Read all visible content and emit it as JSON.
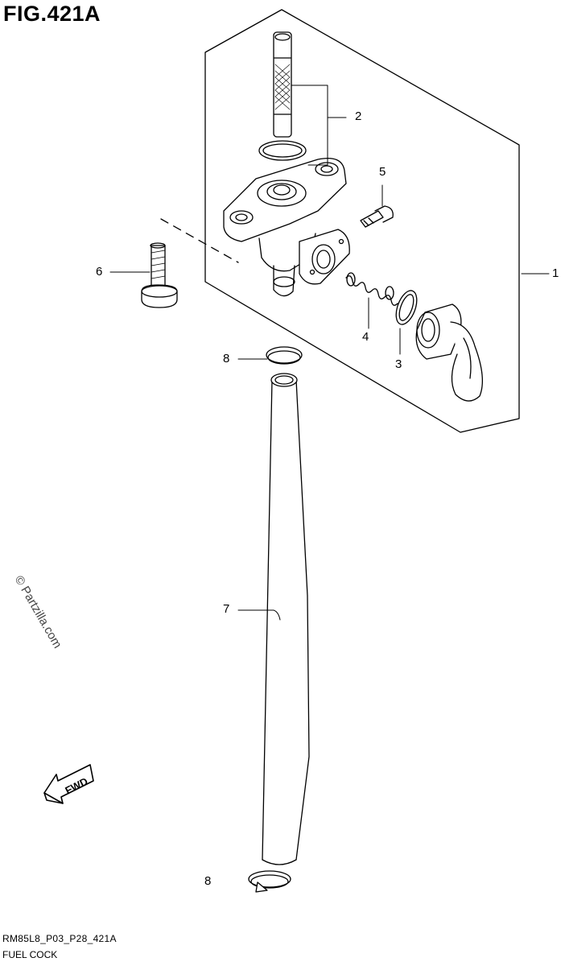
{
  "figure": {
    "title": "FIG.421A",
    "code": "RM85L8_P03_P28_421A",
    "name": "FUEL COCK"
  },
  "watermark": "© Partzilla.com",
  "fwd_label": "FWD",
  "callouts": [
    {
      "id": "1",
      "label": "1"
    },
    {
      "id": "2",
      "label": "2"
    },
    {
      "id": "3",
      "label": "3"
    },
    {
      "id": "4",
      "label": "4"
    },
    {
      "id": "5",
      "label": "5"
    },
    {
      "id": "6",
      "label": "6"
    },
    {
      "id": "7",
      "label": "7"
    },
    {
      "id": "8a",
      "label": "8"
    },
    {
      "id": "8b",
      "label": "8"
    }
  ]
}
